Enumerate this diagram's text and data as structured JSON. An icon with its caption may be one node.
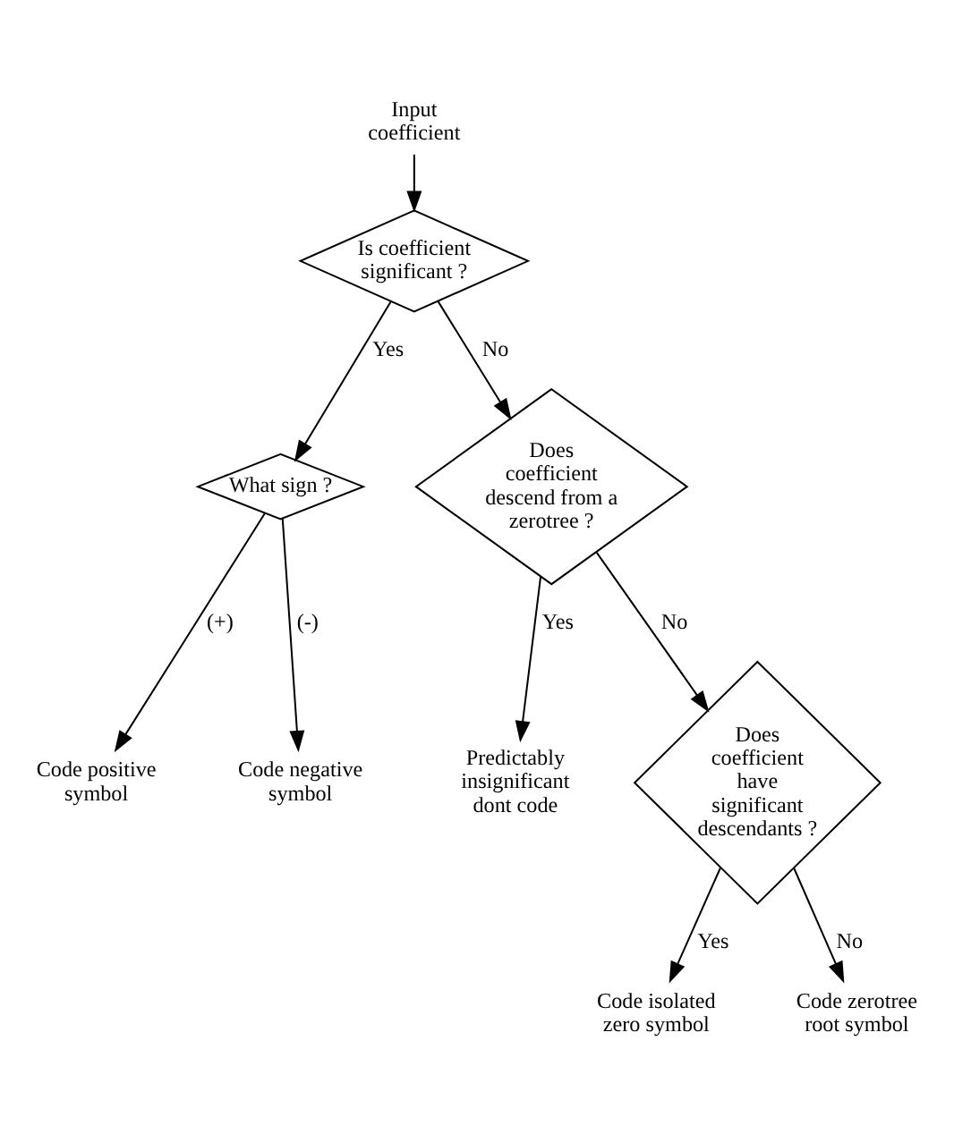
{
  "diagram": {
    "nodes": [
      {
        "text": [
          "Input coefficient"
        ]
      },
      {
        "text": [
          "Is coefficient significant ?"
        ]
      },
      {
        "text": [
          "What sign ?"
        ]
      },
      {
        "text": [
          "Does coefficient descend from a zerotree ?"
        ]
      },
      {
        "text": [
          "Code positive symbol"
        ]
      },
      {
        "text": [
          "Code negative symbol"
        ]
      },
      {
        "text": [
          "Predictably insignificant dont code"
        ]
      },
      {
        "text": [
          "Does coefficient have significant descendants ?"
        ]
      },
      {
        "text": [
          "Code isolated zero symbol"
        ]
      },
      {
        "text": [
          "Code zerotree root symbol"
        ]
      }
    ],
    "edges": [
      {
        "from": 0,
        "to": 1,
        "arrow": "to"
      },
      {
        "from": 1,
        "to": 2,
        "arrow": "to",
        "label": "Yes"
      },
      {
        "from": 1,
        "to": 3,
        "arrow": "to",
        "label": "No"
      },
      {
        "from": 2,
        "to": 4,
        "arrow": "to",
        "label": "(+)"
      },
      {
        "from": 2,
        "to": 5,
        "arrow": "to",
        "label": "(-)"
      },
      {
        "from": 3,
        "to": 6,
        "arrow": "to",
        "label": "Yes"
      },
      {
        "from": 3,
        "to": 7,
        "arrow": "to",
        "label": "No"
      },
      {
        "from": 7,
        "to": 8,
        "arrow": "to",
        "label": "Yes"
      },
      {
        "from": 7,
        "to": 9,
        "arrow": "to",
        "label": "No"
      }
    ]
  }
}
